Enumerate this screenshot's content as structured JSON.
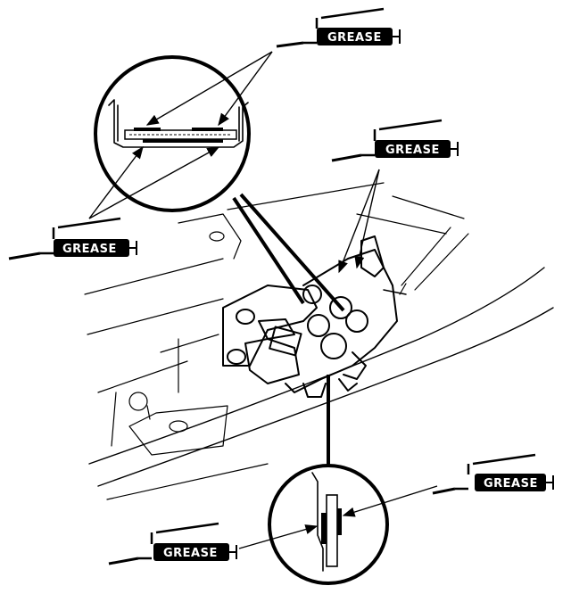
{
  "callouts": [
    {
      "id": "top-right",
      "label": "GREASE"
    },
    {
      "id": "top-left-detail",
      "label": "GREASE"
    },
    {
      "id": "mid-right",
      "label": "GREASE"
    },
    {
      "id": "bottom-right",
      "label": "GREASE"
    },
    {
      "id": "bottom-left",
      "label": "GREASE"
    }
  ]
}
